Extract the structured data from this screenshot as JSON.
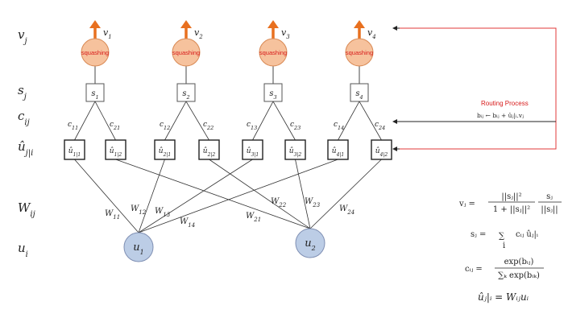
{
  "row_labels": {
    "v": "v_j",
    "s": "s_j",
    "c": "c_ij",
    "u_hat": "û_j|i",
    "w": "W_ij",
    "u": "u_i"
  },
  "outputs": [
    {
      "label": "v",
      "sub": "1",
      "squash": "squashing",
      "s": "s",
      "s_sub": "1"
    },
    {
      "label": "v",
      "sub": "2",
      "squash": "squashing",
      "s": "s",
      "s_sub": "2"
    },
    {
      "label": "v",
      "sub": "3",
      "squash": "squashing",
      "s": "s",
      "s_sub": "3"
    },
    {
      "label": "v",
      "sub": "4",
      "squash": "squashing",
      "s": "s",
      "s_sub": "4"
    }
  ],
  "coupling": [
    {
      "c": "c",
      "sub": "11"
    },
    {
      "c": "c",
      "sub": "21"
    },
    {
      "c": "c",
      "sub": "12"
    },
    {
      "c": "c",
      "sub": "22"
    },
    {
      "c": "c",
      "sub": "13"
    },
    {
      "c": "c",
      "sub": "23"
    },
    {
      "c": "c",
      "sub": "14"
    },
    {
      "c": "c",
      "sub": "24"
    }
  ],
  "predictions": [
    {
      "u": "û",
      "sub": "1|1"
    },
    {
      "u": "û",
      "sub": "1|2"
    },
    {
      "u": "û",
      "sub": "2|1"
    },
    {
      "u": "û",
      "sub": "2|2"
    },
    {
      "u": "û",
      "sub": "3|1"
    },
    {
      "u": "û",
      "sub": "3|2"
    },
    {
      "u": "û",
      "sub": "4|1"
    },
    {
      "u": "û",
      "sub": "4|2"
    }
  ],
  "weights": [
    {
      "w": "W",
      "sub": "11"
    },
    {
      "w": "W",
      "sub": "12"
    },
    {
      "w": "W",
      "sub": "13"
    },
    {
      "w": "W",
      "sub": "14"
    },
    {
      "w": "W",
      "sub": "21"
    },
    {
      "w": "W",
      "sub": "22"
    },
    {
      "w": "W",
      "sub": "23"
    },
    {
      "w": "W",
      "sub": "24"
    }
  ],
  "inputs": [
    {
      "u": "u",
      "sub": "1"
    },
    {
      "u": "u",
      "sub": "2"
    }
  ],
  "routing": {
    "title": "Routing Process",
    "equation": "bᵢⱼ ← bᵢⱼ + ûⱼ|ᵢ.vⱼ"
  },
  "equations": {
    "v_lhs": "vⱼ =",
    "v_frac1_num": "||sⱼ||²",
    "v_frac1_den": "1 + ||sⱼ||²",
    "v_frac2_num": "sⱼ",
    "v_frac2_den": "||sⱼ||",
    "s_lhs": "sⱼ =",
    "s_sum": "∑",
    "s_sum_sub": "i",
    "s_rhs": "cᵢⱼ ûⱼ|ᵢ",
    "c_lhs": "cᵢⱼ =",
    "c_num": "exp(bᵢⱼ)",
    "c_den": "∑ₖ exp(bᵢₖ)",
    "u_hat": "ûⱼ|ᵢ = Wᵢⱼuᵢ"
  },
  "colors": {
    "squash_fill": "#f6c29d",
    "squash_stroke": "#d98a55",
    "squash_text": "#d71a1a",
    "arrow": "#e8701f",
    "input_fill": "#bccde6",
    "input_stroke": "#7f8fb3",
    "routing_line": "#e03a3a"
  }
}
